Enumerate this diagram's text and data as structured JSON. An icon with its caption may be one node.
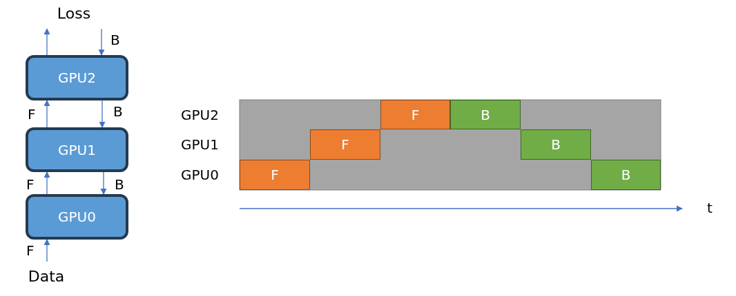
{
  "diagram": {
    "nodes": [
      {
        "text": [
          "Loss"
        ]
      },
      {
        "text": [
          "GPU2"
        ]
      },
      {
        "text": [
          "GPU1"
        ]
      },
      {
        "text": [
          "GPU0"
        ]
      },
      {
        "text": [
          "Data"
        ]
      },
      {
        "text": [
          "F"
        ]
      },
      {
        "text": [
          "B"
        ]
      },
      {
        "text": [
          "F"
        ]
      },
      {
        "text": [
          "B"
        ]
      },
      {
        "text": [
          "F"
        ]
      },
      {
        "text": [
          "B"
        ]
      }
    ],
    "edges": [
      {
        "from": 1,
        "to": 0,
        "arrow": "to"
      },
      {
        "from": 0,
        "to": 1,
        "arrow": "to",
        "label": "B"
      },
      {
        "from": 2,
        "to": 1,
        "arrow": "to",
        "label": "F"
      },
      {
        "from": 1,
        "to": 2,
        "arrow": "to",
        "label": "B"
      },
      {
        "from": 3,
        "to": 2,
        "arrow": "to",
        "label": "F"
      },
      {
        "from": 2,
        "to": 3,
        "arrow": "to",
        "label": "B"
      },
      {
        "from": 4,
        "to": 3,
        "arrow": "to",
        "label": "F"
      }
    ],
    "labels": [
      "GPU2",
      "GPU1",
      "GPU0",
      "t"
    ]
  }
}
